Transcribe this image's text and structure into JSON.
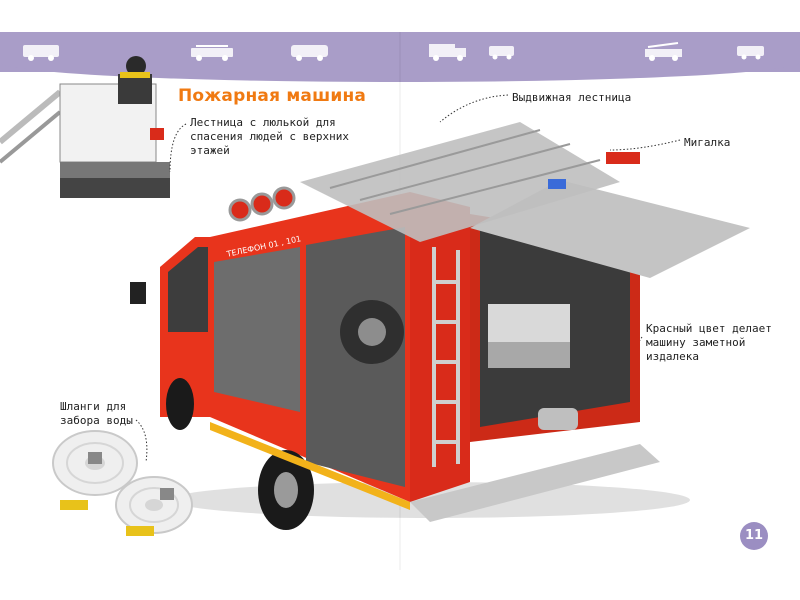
{
  "page": {
    "title": "Пожарная машина",
    "page_number": "11"
  },
  "labels": {
    "ladder_basket": "Лестница с люлькой для спасения людей с верхних этажей",
    "extendable_ladder": "Выдвижная лестница",
    "flashing_light": "Мигалка",
    "red_color": "Красный цвет делает машину заметной издалека",
    "water_hoses": "Шланги для забора воды"
  },
  "truck": {
    "side_text": "ТЕЛЕФОН 01 , 101"
  },
  "icons": [
    "van-icon",
    "fire-engine-icon",
    "bus-icon",
    "truck-icon",
    "minibus-icon",
    "ladder-truck-icon",
    "camper-icon"
  ],
  "colors": {
    "header_band": "#a99dc8",
    "title": "#f07a12",
    "truck_red": "#e8341c",
    "page_badge": "#9b8ec2"
  }
}
